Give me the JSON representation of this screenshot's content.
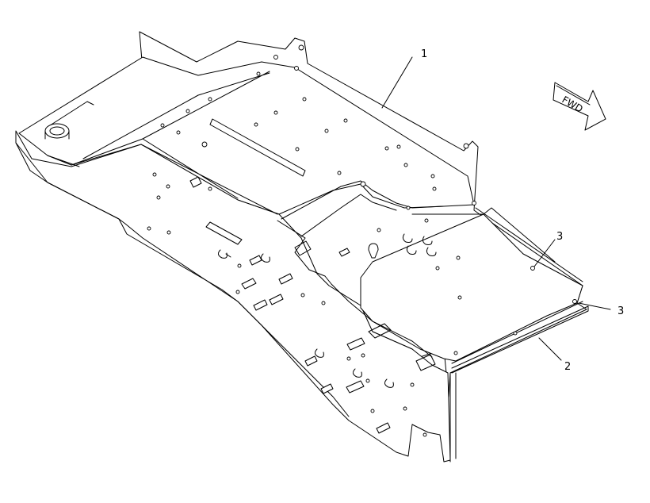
{
  "diagram": {
    "callouts": [
      {
        "id": "callout-1",
        "label": "1"
      },
      {
        "id": "callout-2",
        "label": "2"
      },
      {
        "id": "callout-3a",
        "label": "3"
      },
      {
        "id": "callout-3b",
        "label": "3"
      }
    ],
    "direction_arrow": {
      "label": "FWD"
    }
  }
}
